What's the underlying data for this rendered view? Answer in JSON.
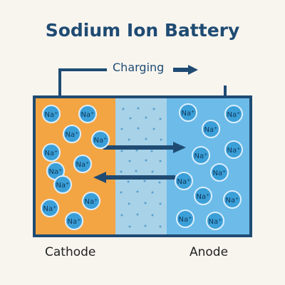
{
  "title": "Sodium Ion Battery",
  "charging_label": "Charging",
  "cathode_label": "Cathode",
  "anode_label": "Anode",
  "ion_label": "Na⁺",
  "colors": {
    "title": "#1f4b73",
    "cathode": "#f4a543",
    "separator": "#a8d2e8",
    "anode": "#6cbbe8",
    "outline": "#1f4b73",
    "ion_fill": "#3b9fd8",
    "ion_stroke": "#dcefff",
    "arrow": "#1f4b73"
  },
  "arrows": {
    "top": "cathode-to-anode",
    "bottom": "anode-to-cathode",
    "charging": "right"
  }
}
